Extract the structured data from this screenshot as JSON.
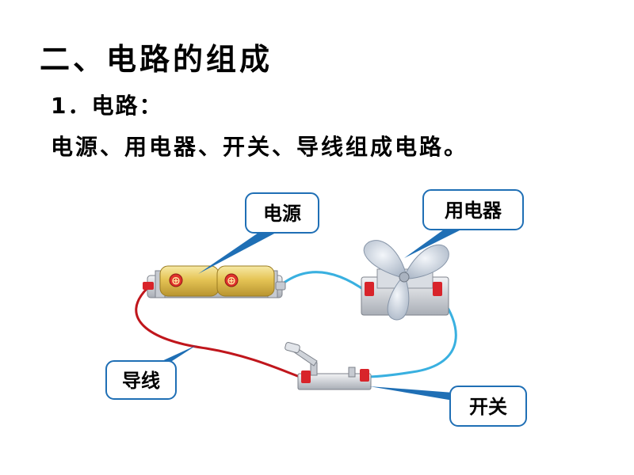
{
  "slide": {
    "title": "二、电路的组成",
    "subtitle": "1．电路：",
    "sentence": "电源、用电器、开关、导线组成电路。"
  },
  "diagram": {
    "labels": {
      "power": "电源",
      "appliance": "用电器",
      "wire": "导线",
      "switch": "开关"
    },
    "battery_symbols": [
      "⊕",
      "⊕"
    ],
    "colors": {
      "callout_border": "#1f6fb5",
      "wire_blue": "#39b0e0",
      "wire_red": "#c0161c",
      "battery": "#e8c65a",
      "fan": "#c9d4e2",
      "terminal": "#d8242a"
    }
  }
}
